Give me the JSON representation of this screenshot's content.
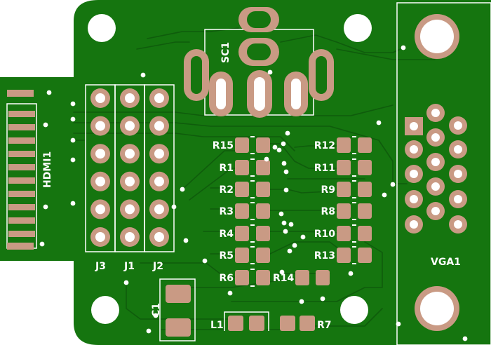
{
  "colors": {
    "board": "#15750f",
    "trace": "#0f5c0c",
    "pad": "#c99a84",
    "hole": "#ffffff",
    "silk": "#ffffff"
  },
  "labels": {
    "hdmi": "HDMI1",
    "sc": "SC1",
    "vga": "VGA1",
    "j3": "J3",
    "j1": "J1",
    "j2": "J2",
    "c1": "C1",
    "l1": "L1",
    "r7": "R7",
    "resistors_left": [
      "R15",
      "R1",
      "R2",
      "R3",
      "R4",
      "R5",
      "R6"
    ],
    "resistors_right": [
      "R12",
      "R11",
      "R9",
      "R8",
      "R10",
      "R13"
    ],
    "r14": "R14"
  }
}
